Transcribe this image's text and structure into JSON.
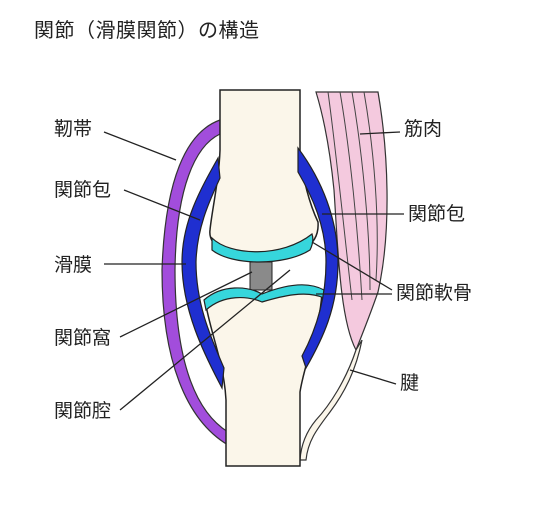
{
  "title": "関節（滑膜関節）の構造",
  "labels": {
    "ligament": "靭帯",
    "joint_capsule_left": "関節包",
    "synovial_membrane": "滑膜",
    "joint_fossa": "関節窩",
    "joint_cavity": "関節腔",
    "muscle": "筋肉",
    "joint_capsule_right": "関節包",
    "articular_cartilage": "関節軟骨",
    "tendon": "腱"
  },
  "colors": {
    "ligament": "#a24ddc",
    "joint_capsule": "#1f2fd0",
    "cartilage": "#36d6dc",
    "joint_cavity": "#8a8a8a",
    "muscle": "#f4c9de",
    "bone": "#fbf6ea",
    "outline": "#222222"
  }
}
